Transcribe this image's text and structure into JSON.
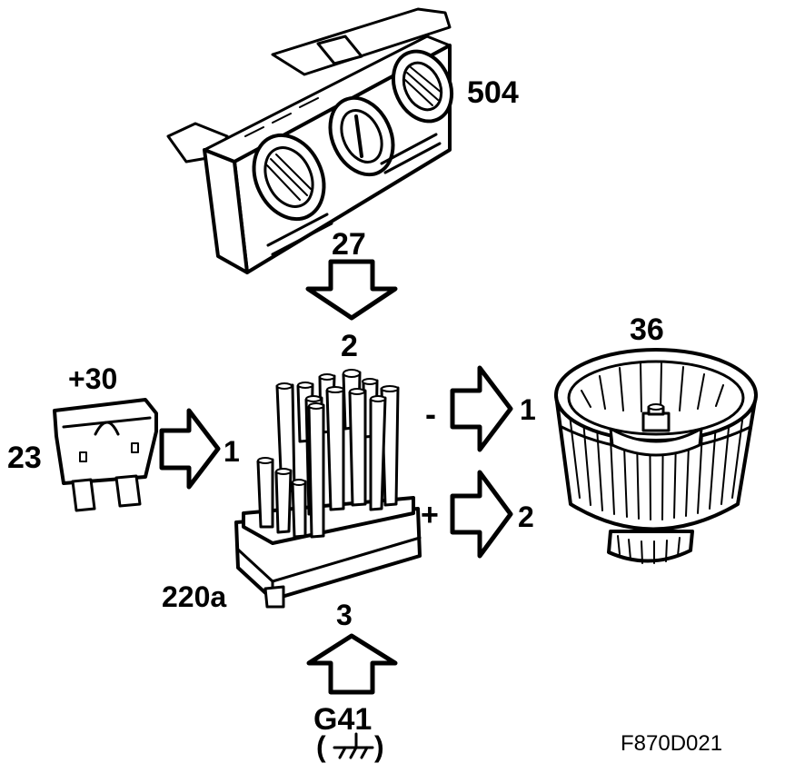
{
  "labels": {
    "control_panel": "504",
    "connector_27": "27",
    "pin_2_top": "2",
    "fuse_supply": "+30",
    "fuse": "23",
    "pin_1_left": "1",
    "resistor": "220a",
    "pin_3": "3",
    "ground": "G41",
    "minus": "-",
    "plus": "+",
    "motor_pin_1": "1",
    "motor_pin_2": "2",
    "blower_motor": "36",
    "figure_code": "F870D021"
  },
  "colors": {
    "ink": "#000000",
    "paper": "#ffffff"
  }
}
